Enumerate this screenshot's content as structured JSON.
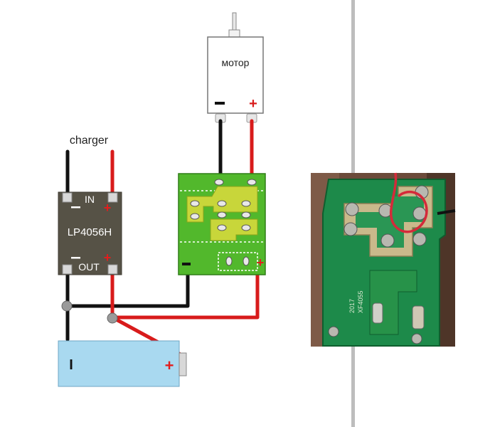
{
  "labels": {
    "charger": "charger",
    "motor": "мотор",
    "module_name": "LP4056H",
    "module_in": "IN",
    "module_out": "OUT",
    "module_minus_in": "—",
    "module_plus_in": "+",
    "module_minus_out": "—",
    "module_plus_out": "+",
    "motor_minus": "—",
    "motor_plus": "+",
    "board_plus": "+",
    "battery_minus": "I",
    "battery_plus": "+",
    "photo_board_text_1": "XF4055",
    "photo_board_text_2": "2017"
  },
  "colors": {
    "wire_black": "#111111",
    "wire_red": "#d81b1b",
    "module_body": "#565246",
    "board_green": "#52b82c",
    "board_trace": "#c8d63a",
    "battery_fill": "#a9d9f0",
    "junction": "#9a9a9a",
    "divider": "#bdbdbd",
    "photo_board": "#1d8a4a",
    "photo_bg": "#6b4a3a"
  }
}
